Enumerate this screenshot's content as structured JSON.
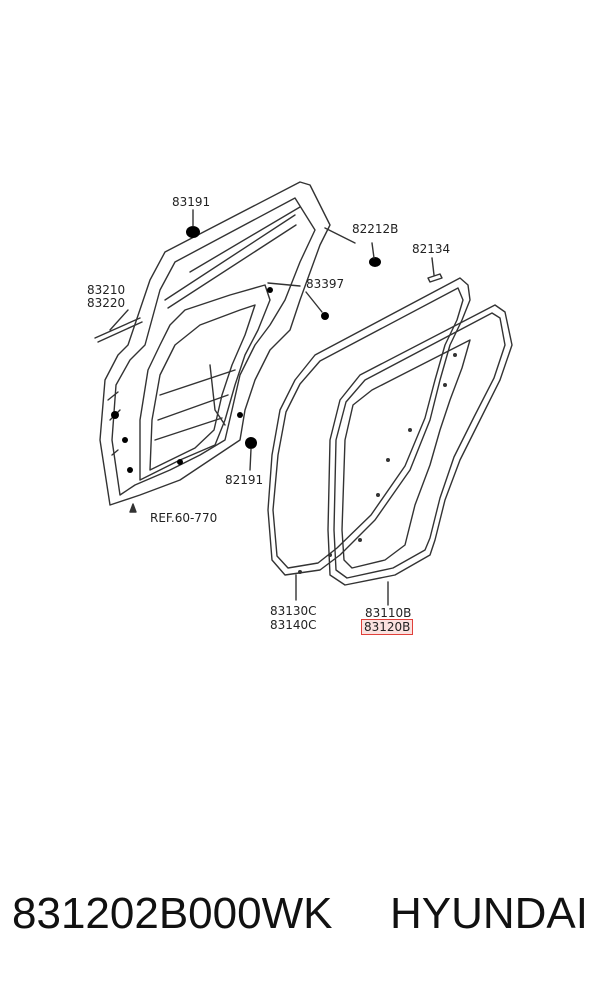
{
  "diagram": {
    "labels": {
      "p83191": "83191",
      "p82212B": "82212B",
      "p82134": "82134",
      "p83210": "83210",
      "p83220": "83220",
      "p83397": "83397",
      "p82191": "82191",
      "ref": "REF.60-770",
      "p83130C": "83130C",
      "p83140C": "83140C",
      "p83110B": "83110B",
      "p83120B": "83120B"
    },
    "highlight_color": "#e0403a"
  },
  "footer": {
    "part_number": "831202B000WK",
    "brand": "HYUNDAI"
  }
}
